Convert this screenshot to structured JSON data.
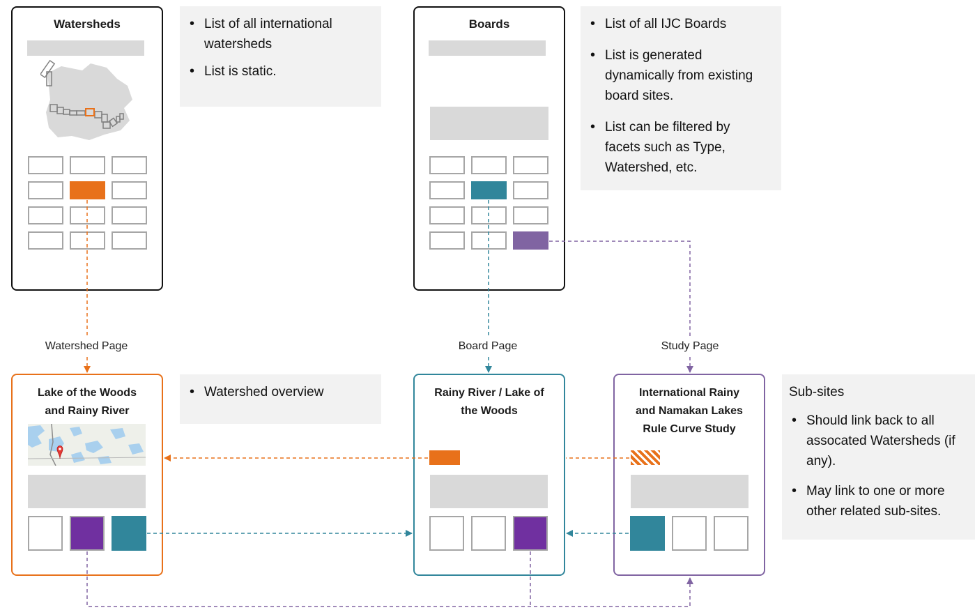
{
  "watersheds_card": {
    "title": "Watersheds"
  },
  "boards_card": {
    "title": "Boards"
  },
  "watershed_page_card": {
    "title_line1": "Lake of the Woods",
    "title_line2": "and Rainy River"
  },
  "board_page_card": {
    "title_line1": "Rainy River / Lake of",
    "title_line2": "the Woods"
  },
  "study_page_card": {
    "title_line1": "International Rainy",
    "title_line2": "and Namakan Lakes",
    "title_line3": "Rule Curve Study"
  },
  "notes": {
    "watersheds": [
      "List of all international watersheds",
      "List is static."
    ],
    "boards": [
      "List of all IJC Boards",
      "List is generated dynamically from existing board sites.",
      "List can be filtered by facets such as Type, Watershed, etc."
    ],
    "watershed_page": [
      "Watershed overview"
    ],
    "subsites": {
      "heading": "Sub-sites",
      "items": [
        "Should link back to all assocated Watersheds (if any).",
        "May link to one or more other related sub-sites."
      ]
    }
  },
  "connector_labels": {
    "watershed": "Watershed Page",
    "board": "Board Page",
    "study": "Study Page"
  },
  "colors": {
    "orange": "#e8711a",
    "teal": "#31869b",
    "purple_link": "#8064a2",
    "purple_box": "#7030a0",
    "grey_box": "#d9d9d9",
    "note_bg": "#f2f2f2"
  }
}
